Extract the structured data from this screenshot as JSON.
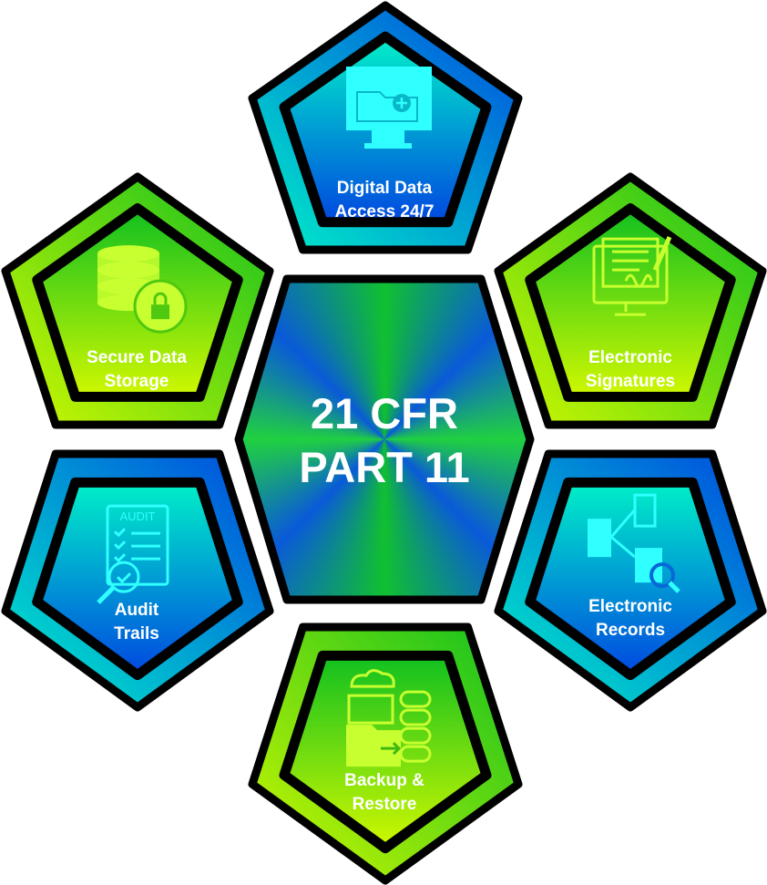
{
  "center": {
    "line1": "21 CFR",
    "line2": "PART 11"
  },
  "items": [
    {
      "id": "digital-data-access",
      "line1": "Digital Data",
      "line2": "Access 24/7",
      "theme": "blue",
      "icon": "monitor-folder-icon"
    },
    {
      "id": "secure-data-storage",
      "line1": "Secure Data",
      "line2": "Storage",
      "theme": "green",
      "icon": "database-lock-icon"
    },
    {
      "id": "electronic-signatures",
      "line1": "Electronic",
      "line2": "Signatures",
      "theme": "green",
      "icon": "signature-monitor-icon"
    },
    {
      "id": "audit-trails",
      "line1": "Audit",
      "line2": "Trails",
      "theme": "blue",
      "icon": "audit-checklist-icon",
      "icon_text": "AUDIT"
    },
    {
      "id": "electronic-records",
      "line1": "Electronic",
      "line2": "Records",
      "theme": "blue",
      "icon": "records-search-icon"
    },
    {
      "id": "backup-restore",
      "line1": "Backup &",
      "line2": "Restore",
      "theme": "green",
      "icon": "backup-server-icon"
    }
  ],
  "colors": {
    "blue_a": "#00f0c8",
    "blue_b": "#0048e0",
    "green_a": "#d0f800",
    "green_b": "#10c020",
    "icon_blue": "#30ffff",
    "icon_green": "#c8ff30"
  }
}
